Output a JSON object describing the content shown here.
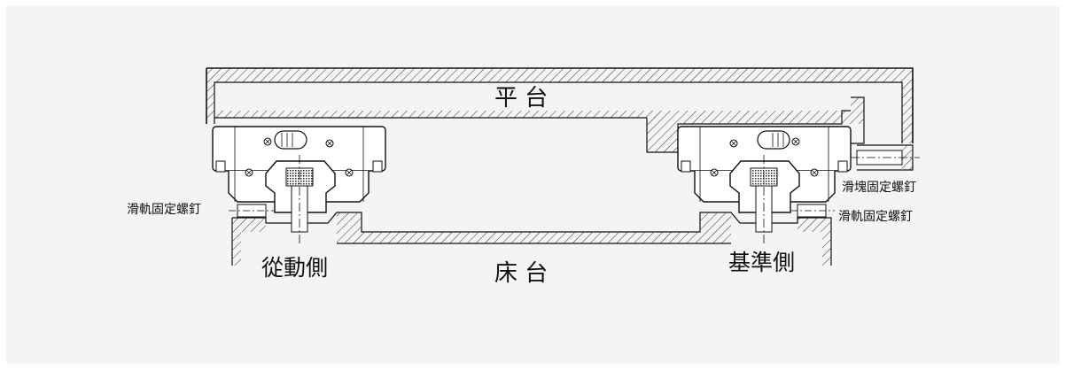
{
  "labels": {
    "platform": "平 台",
    "bed": "床 台",
    "driven_side": "從動側",
    "reference_side": "基準側",
    "rail_screw_left": "滑軌固定螺釘",
    "rail_screw_right": "滑軌固定螺釘",
    "block_screw": "滑塊固定螺釘"
  }
}
